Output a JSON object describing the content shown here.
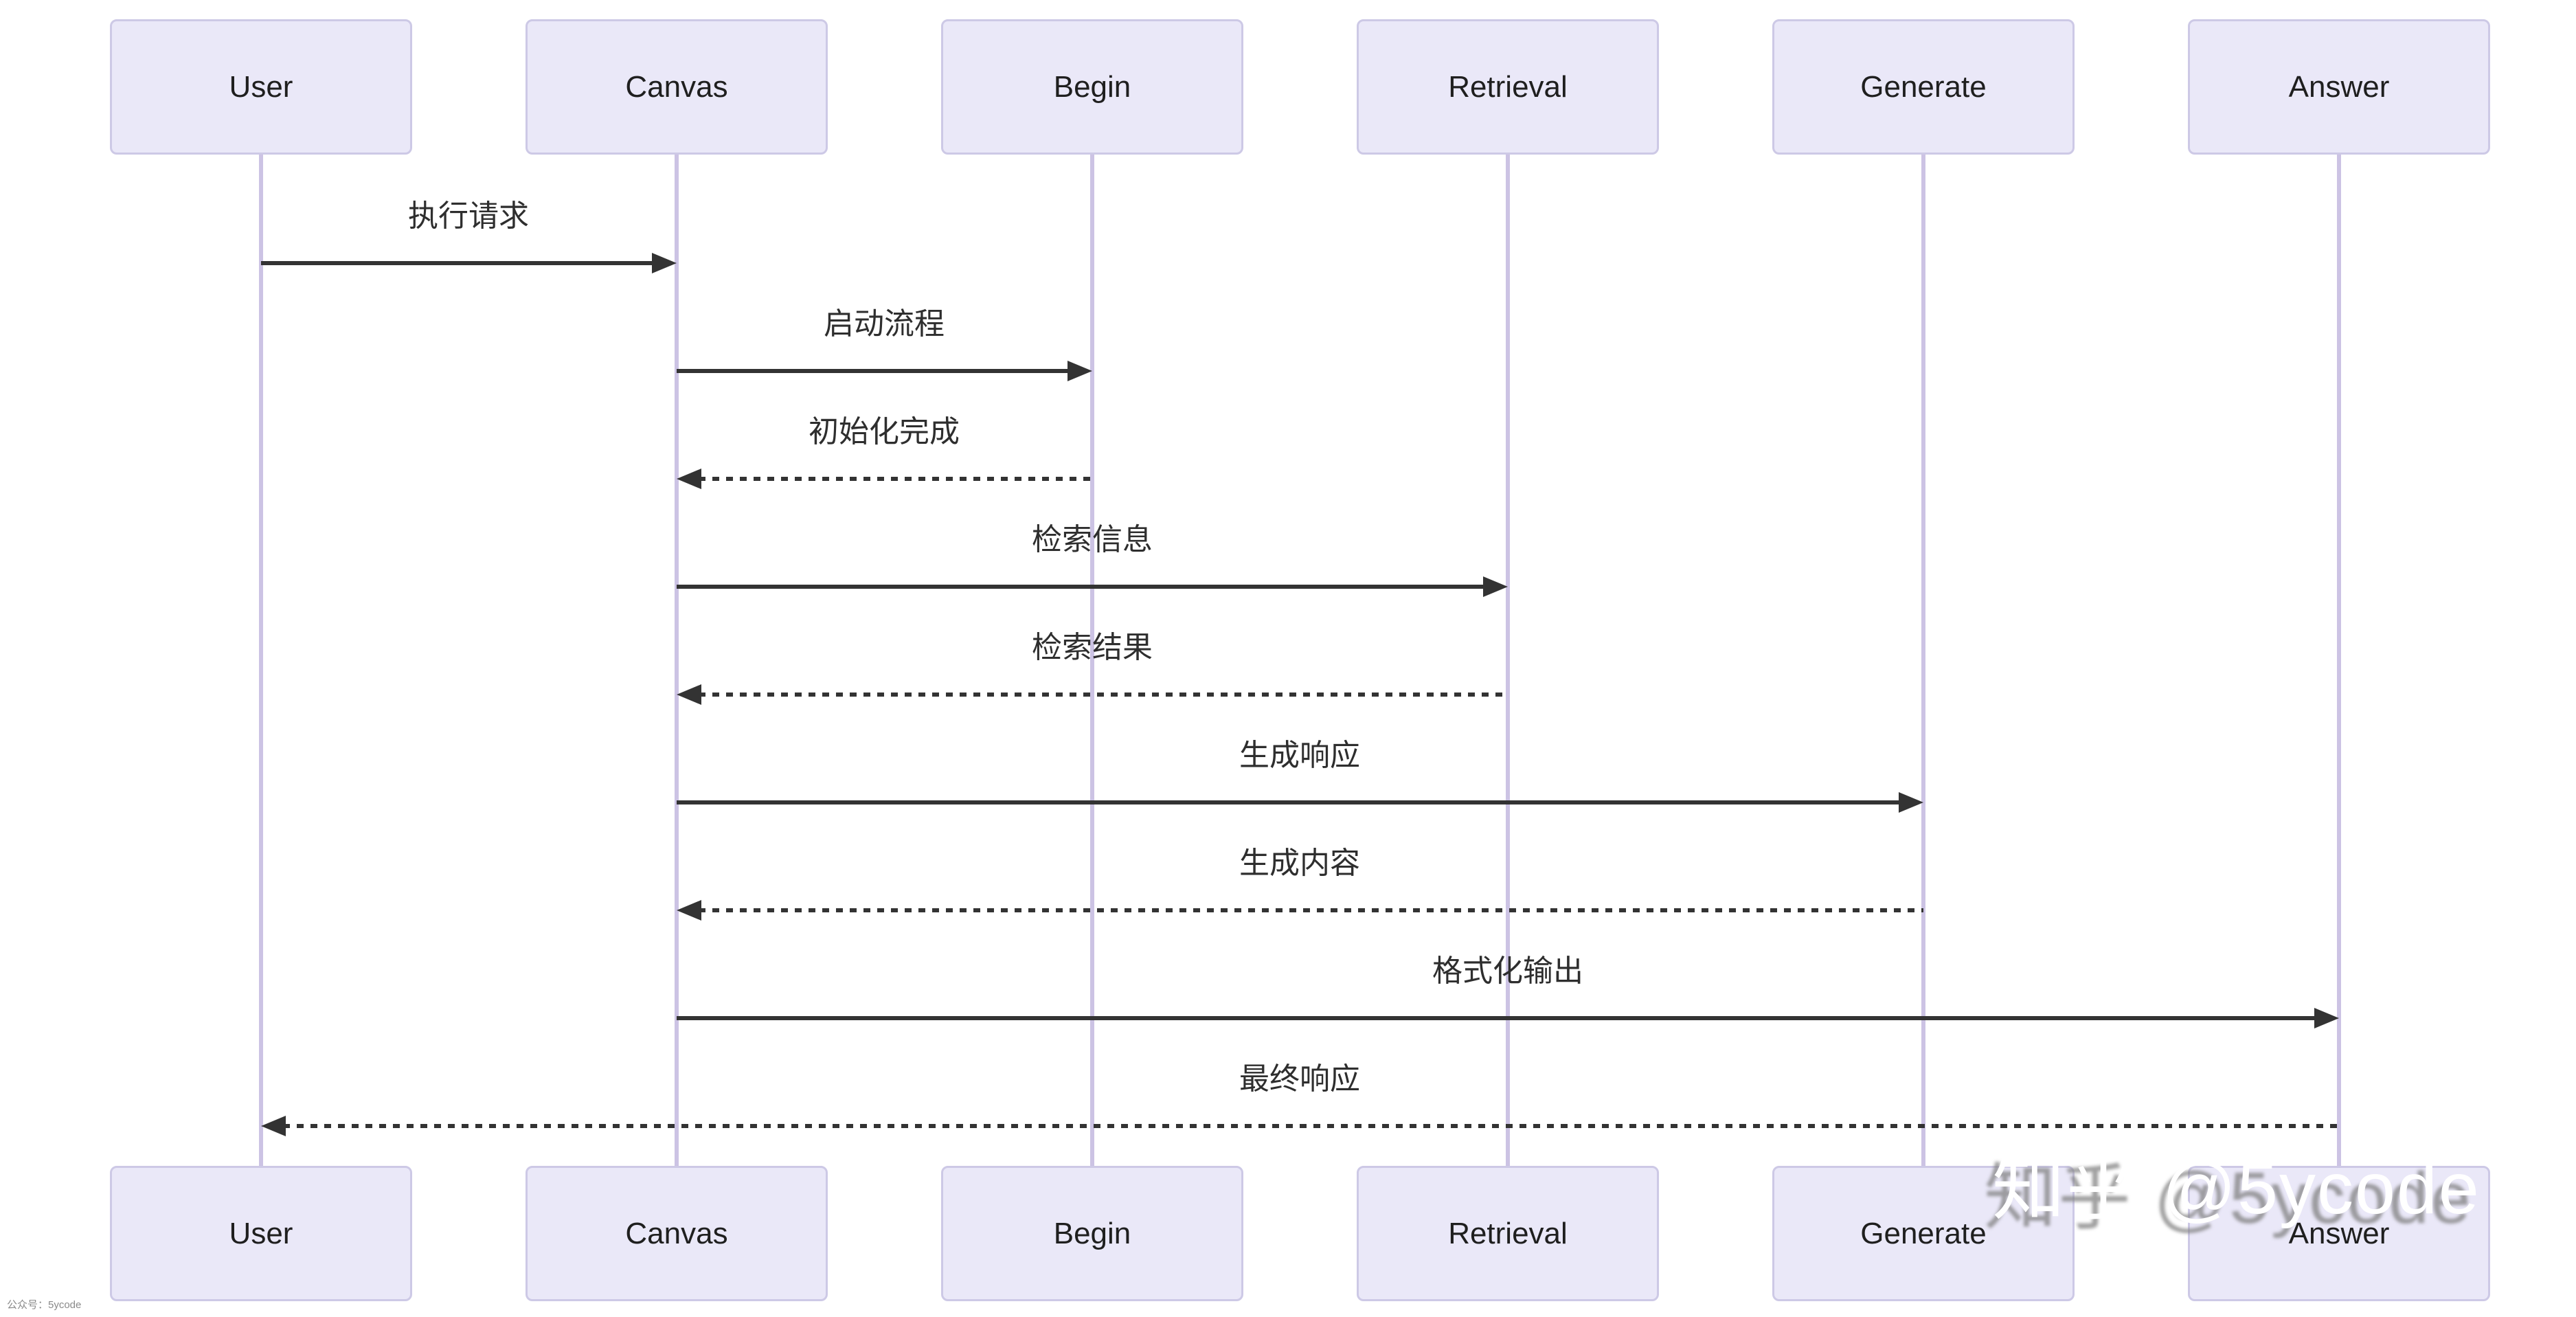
{
  "diagram": {
    "type": "sequence",
    "participants": [
      {
        "name": "User"
      },
      {
        "name": "Canvas"
      },
      {
        "name": "Begin"
      },
      {
        "name": "Retrieval"
      },
      {
        "name": "Generate"
      },
      {
        "name": "Answer"
      }
    ],
    "messages": [
      {
        "label": "执行请求",
        "from": "User",
        "to": "Canvas",
        "style": "solid"
      },
      {
        "label": "启动流程",
        "from": "Canvas",
        "to": "Begin",
        "style": "solid"
      },
      {
        "label": "初始化完成",
        "from": "Begin",
        "to": "Canvas",
        "style": "dashed"
      },
      {
        "label": "检索信息",
        "from": "Canvas",
        "to": "Retrieval",
        "style": "solid"
      },
      {
        "label": "检索结果",
        "from": "Retrieval",
        "to": "Canvas",
        "style": "dashed"
      },
      {
        "label": "生成响应",
        "from": "Canvas",
        "to": "Generate",
        "style": "solid"
      },
      {
        "label": "生成内容",
        "from": "Generate",
        "to": "Canvas",
        "style": "dashed"
      },
      {
        "label": "格式化输出",
        "from": "Canvas",
        "to": "Answer",
        "style": "solid"
      },
      {
        "label": "最终响应",
        "from": "Answer",
        "to": "User",
        "style": "dashed"
      }
    ]
  },
  "watermark": {
    "text": "知乎 @5ycode"
  },
  "footer": {
    "text": "公众号：5ycode"
  },
  "colors": {
    "background": "#FFFFFF",
    "actor_fill": "#EAE8F8",
    "actor_border": "#CDC9E6",
    "lifeline": "#CCC3E4",
    "arrow": "#333333",
    "message_text": "#2E2E2E",
    "actor_text": "#1F1F1F",
    "watermark_text": "#FFFFFF",
    "footer_text": "#8A8A8A"
  }
}
